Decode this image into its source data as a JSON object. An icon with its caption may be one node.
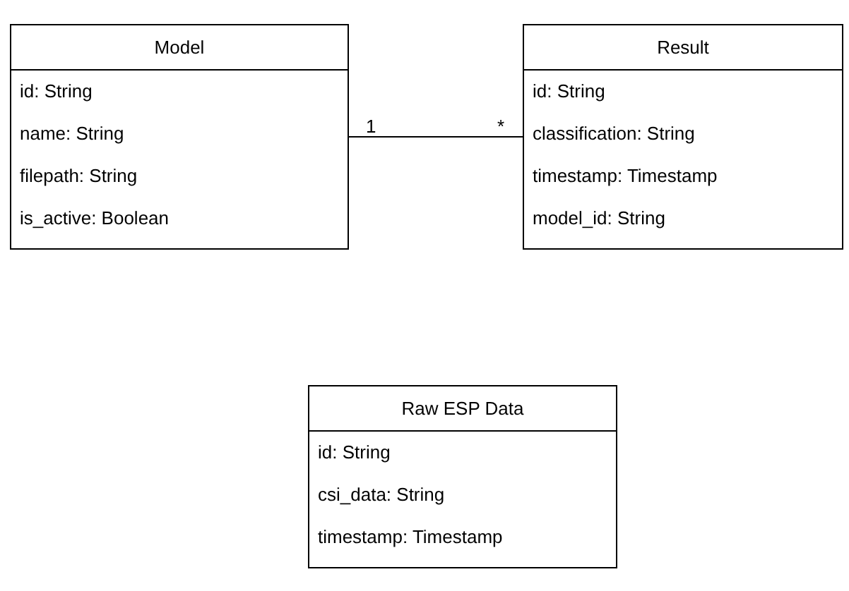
{
  "diagram": {
    "nodes": [
      {
        "text": [
          "Model",
          "id: String",
          "name: String",
          "filepath: String",
          "is_active: Boolean"
        ]
      },
      {
        "text": [
          "Result",
          "id: String",
          "classification: String",
          "timestamp: Timestamp",
          "model_id: String"
        ]
      },
      {
        "text": [
          "Raw ESP Data",
          "id: String",
          "csi_data: String",
          "timestamp: Timestamp"
        ]
      }
    ],
    "edges": [
      {
        "from": 0,
        "to": 1,
        "arrow": "none"
      }
    ],
    "labels": [
      "1",
      "*"
    ]
  }
}
